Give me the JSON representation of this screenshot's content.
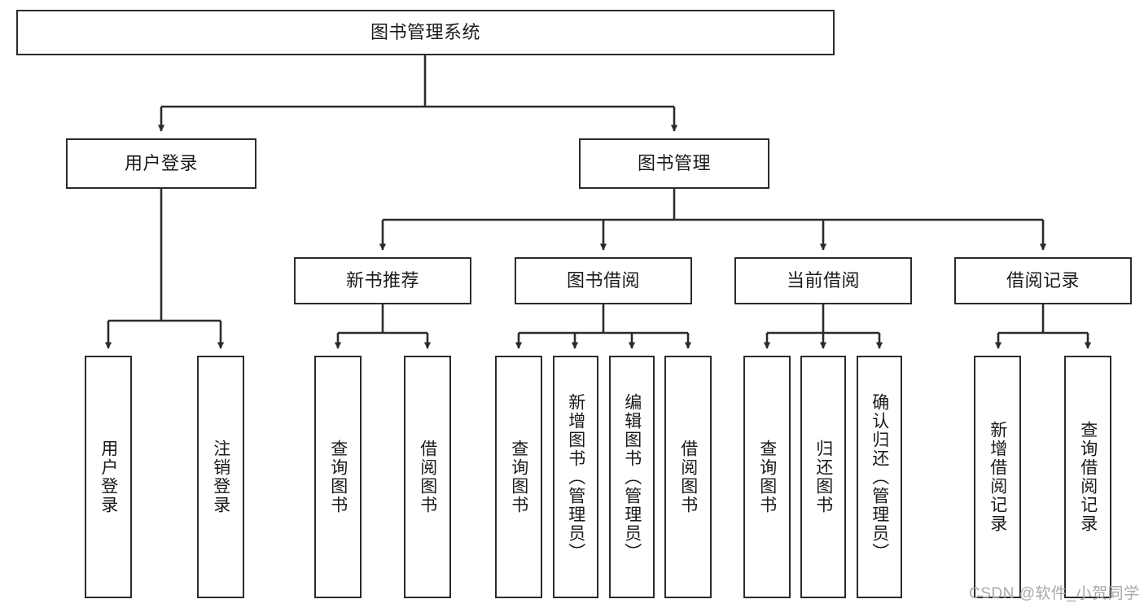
{
  "diagram": {
    "title": "图书管理系统",
    "type": "tree-hierarchy",
    "watermark": "CSDN @软件_小贺同学",
    "colors": {
      "background": "#ffffff",
      "box_border": "#2b2b2b",
      "box_fill": "#ffffff",
      "text": "#1a1a1a",
      "connector": "#2b2b2b",
      "watermark": "#a8a8a8"
    },
    "nodes": {
      "root": {
        "label": "图书管理系统",
        "level": 1,
        "orientation": "horizontal"
      },
      "l2": [
        {
          "label": "用户登录",
          "level": 2,
          "orientation": "horizontal"
        },
        {
          "label": "图书管理",
          "level": 2,
          "orientation": "horizontal"
        }
      ],
      "l3": [
        {
          "label": "新书推荐",
          "level": 3,
          "orientation": "horizontal"
        },
        {
          "label": "图书借阅",
          "level": 3,
          "orientation": "horizontal"
        },
        {
          "label": "当前借阅",
          "level": 3,
          "orientation": "horizontal"
        },
        {
          "label": "借阅记录",
          "level": 3,
          "orientation": "horizontal"
        }
      ],
      "leaves": [
        {
          "label": "用户登录",
          "parent": "用户登录",
          "orientation": "vertical"
        },
        {
          "label": "注销登录",
          "parent": "用户登录",
          "orientation": "vertical"
        },
        {
          "label": "查询图书",
          "parent": "新书推荐",
          "orientation": "vertical"
        },
        {
          "label": "借阅图书",
          "parent": "新书推荐",
          "orientation": "vertical"
        },
        {
          "label": "查询图书",
          "parent": "图书借阅",
          "orientation": "vertical"
        },
        {
          "label": "新增图书（管理员）",
          "parent": "图书借阅",
          "orientation": "vertical"
        },
        {
          "label": "编辑图书（管理员）",
          "parent": "图书借阅",
          "orientation": "vertical"
        },
        {
          "label": "借阅图书",
          "parent": "图书借阅",
          "orientation": "vertical"
        },
        {
          "label": "查询图书",
          "parent": "当前借阅",
          "orientation": "vertical"
        },
        {
          "label": "归还图书",
          "parent": "当前借阅",
          "orientation": "vertical"
        },
        {
          "label": "确认归还（管理员）",
          "parent": "当前借阅",
          "orientation": "vertical"
        },
        {
          "label": "新增借阅记录",
          "parent": "借阅记录",
          "orientation": "vertical"
        },
        {
          "label": "查询借阅记录",
          "parent": "借阅记录",
          "orientation": "vertical"
        }
      ]
    }
  }
}
